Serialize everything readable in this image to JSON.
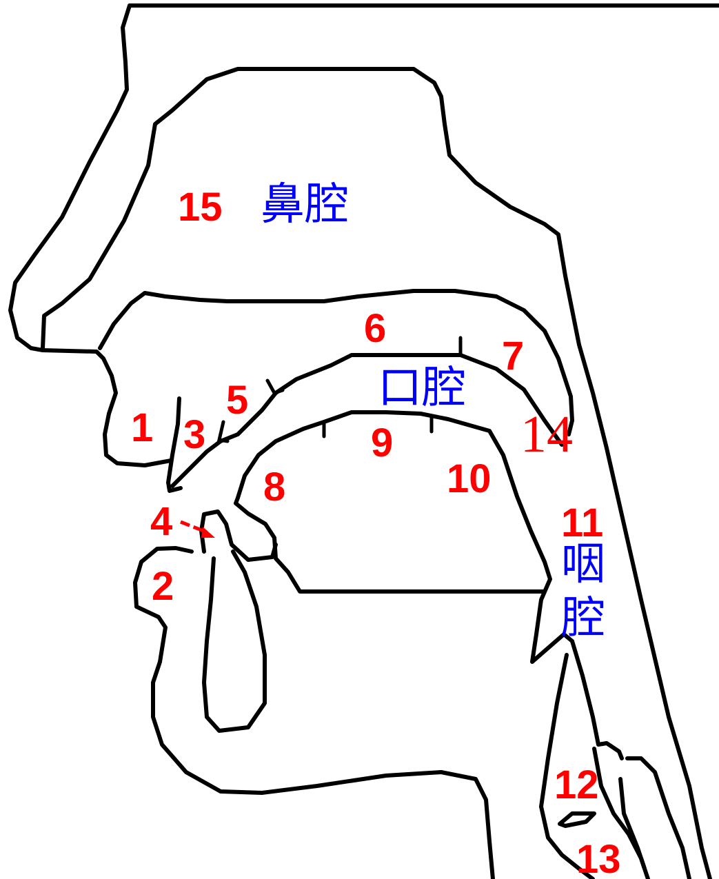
{
  "colors": {
    "label": "#ff0000",
    "region": "#0000ff",
    "outline": "#000000",
    "background": "#ffffff"
  },
  "regions": {
    "nasal_cavity": "鼻腔",
    "oral_cavity": "口腔",
    "pharynx_char1": "咽",
    "pharynx_char2": "腔"
  },
  "labels": {
    "n1": "1",
    "n2": "2",
    "n3": "3",
    "n4": "4",
    "n5": "5",
    "n6": "6",
    "n7": "7",
    "n8": "8",
    "n9": "9",
    "n10": "10",
    "n11": "11",
    "n12": "12",
    "n13": "13",
    "n14": "14",
    "n15": "15"
  }
}
